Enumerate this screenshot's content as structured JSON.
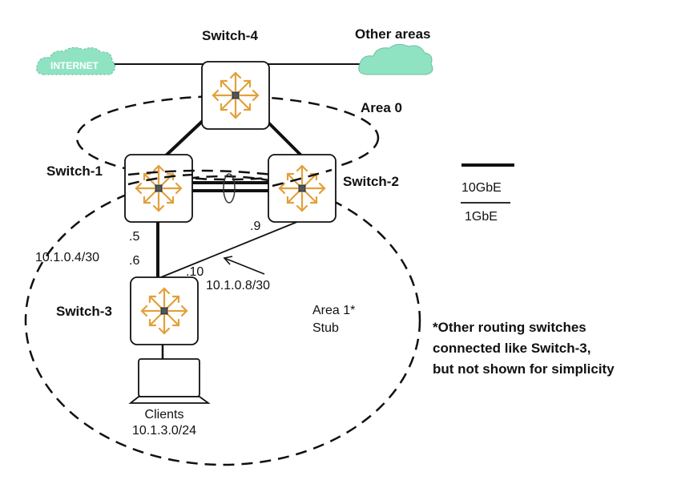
{
  "clouds": {
    "internet": "INTERNET",
    "other": "Other areas"
  },
  "switches": {
    "s1": "Switch-1",
    "s2": "Switch-2",
    "s3": "Switch-3",
    "s4": "Switch-4"
  },
  "areas": {
    "area0": "Area 0",
    "area1": "Area 1*",
    "area1_type": "Stub"
  },
  "addresses": {
    "s1_s3_s1": ".5",
    "s1_s3_net": "10.1.0.4/30",
    "s1_s3_s3": ".6",
    "s2_s3_s2": ".9",
    "s2_s3_s3": ".10",
    "s2_s3_net": "10.1.0.8/30"
  },
  "clients": {
    "label": "Clients",
    "subnet": "10.1.3.0/24"
  },
  "legend": {
    "thick": "10GbE",
    "thin": "1GbE"
  },
  "note": {
    "line1": "*Other routing switches",
    "line2": "connected like Switch-3,",
    "line3": "but not shown for simplicity"
  },
  "colors": {
    "cloud": "#8fe3c3",
    "arrow": "#e2a03a"
  }
}
